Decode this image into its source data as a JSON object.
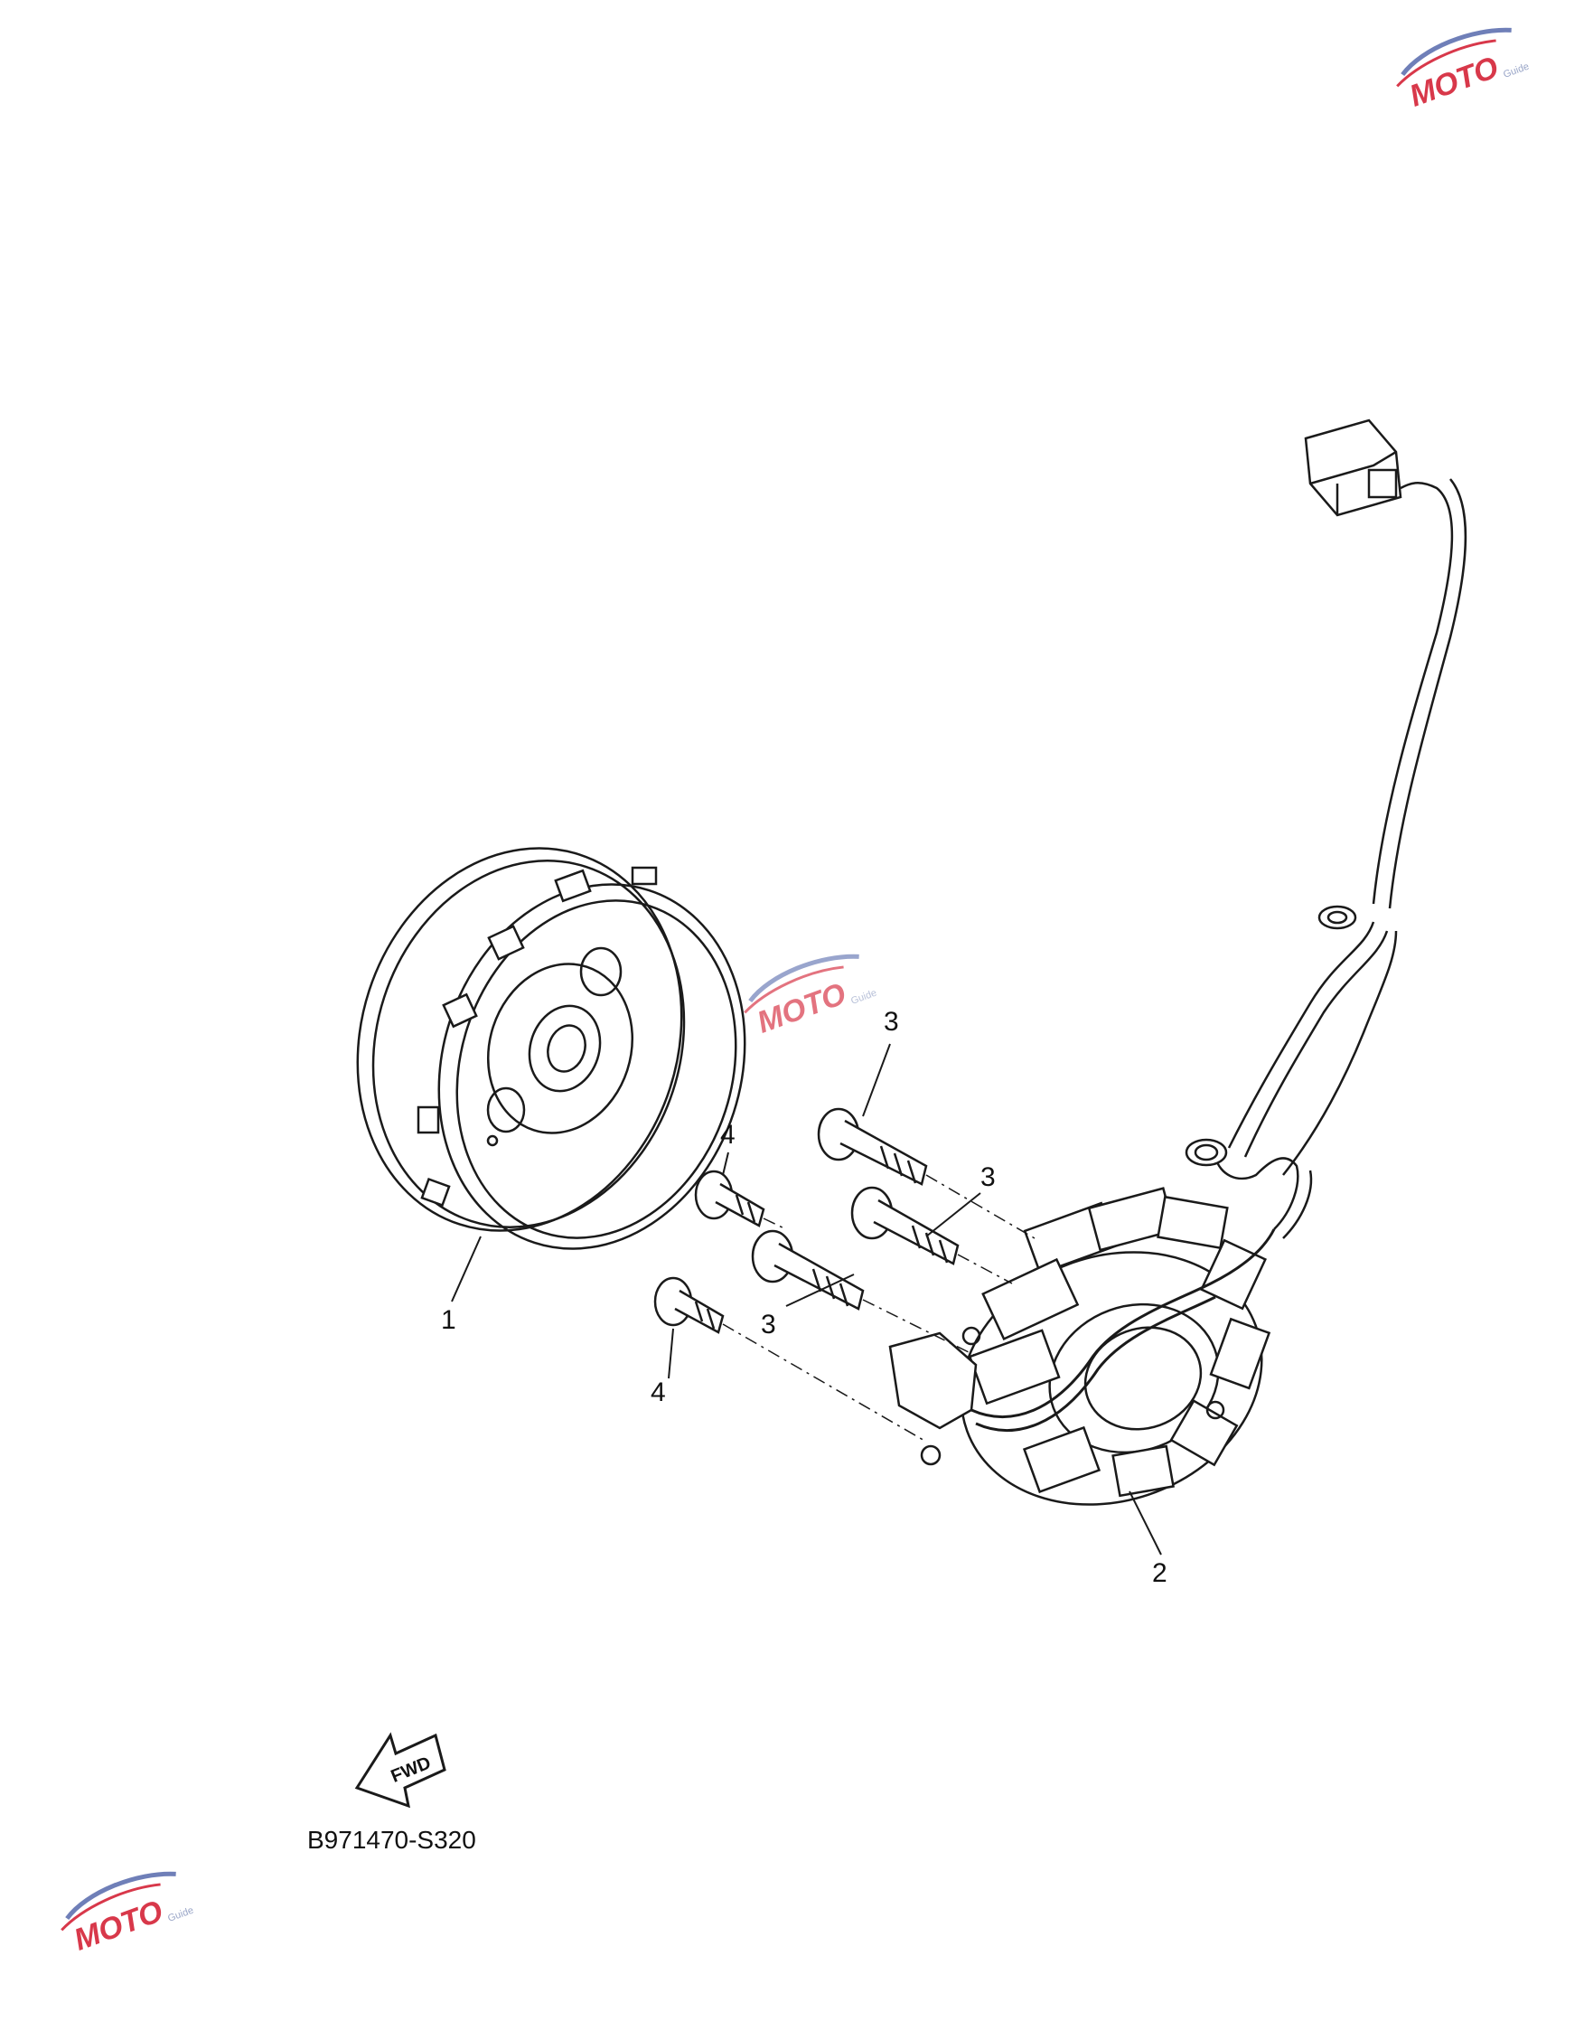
{
  "diagram": {
    "part_labels": {
      "flywheel": "1",
      "stator": "2",
      "bolt_long_a": "3",
      "bolt_long_b": "3",
      "bolt_long_c": "3",
      "bolt_short_a": "4",
      "bolt_short_b": "4"
    },
    "fwd_arrow_label": "FWD",
    "diagram_code": "B971470-S320"
  },
  "watermark": {
    "logo_text": "MOTO",
    "logo_subtext": "Guide",
    "colors": {
      "red": "#d8384a",
      "blue": "#6f7fb8"
    }
  },
  "colors": {
    "line": "#1a1a1a",
    "paper": "#ffffff"
  }
}
